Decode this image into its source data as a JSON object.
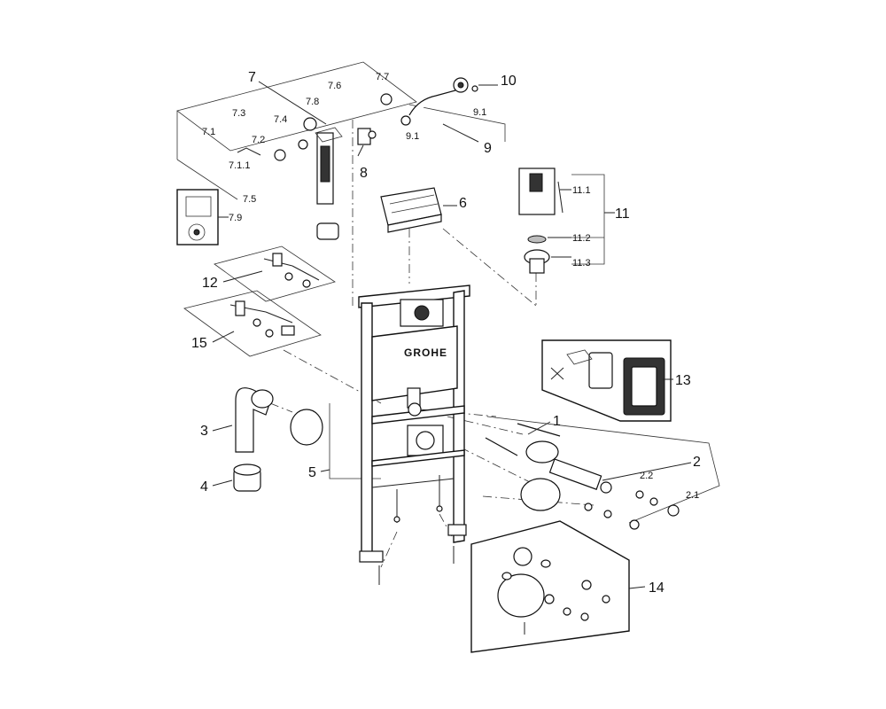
{
  "brand": "GROHE",
  "callouts": {
    "c1": "1",
    "c2": "2",
    "c2_1": "2.1",
    "c2_2": "2.2",
    "c3": "3",
    "c4": "4",
    "c5": "5",
    "c6": "6",
    "c7": "7",
    "c7_1": "7.1",
    "c7_1_1": "7.1.1",
    "c7_2": "7.2",
    "c7_3": "7.3",
    "c7_4": "7.4",
    "c7_5": "7.5",
    "c7_6": "7.6",
    "c7_7": "7.7",
    "c7_8": "7.8",
    "c7_9": "7.9",
    "c8": "8",
    "c9": "9",
    "c9_1a": "9.1",
    "c9_1b": "9.1",
    "c10": "10",
    "c11": "11",
    "c11_1": "11.1",
    "c11_2": "11.2",
    "c11_3": "11.3",
    "c12": "12",
    "c13": "13",
    "c14": "14",
    "c15": "15"
  }
}
